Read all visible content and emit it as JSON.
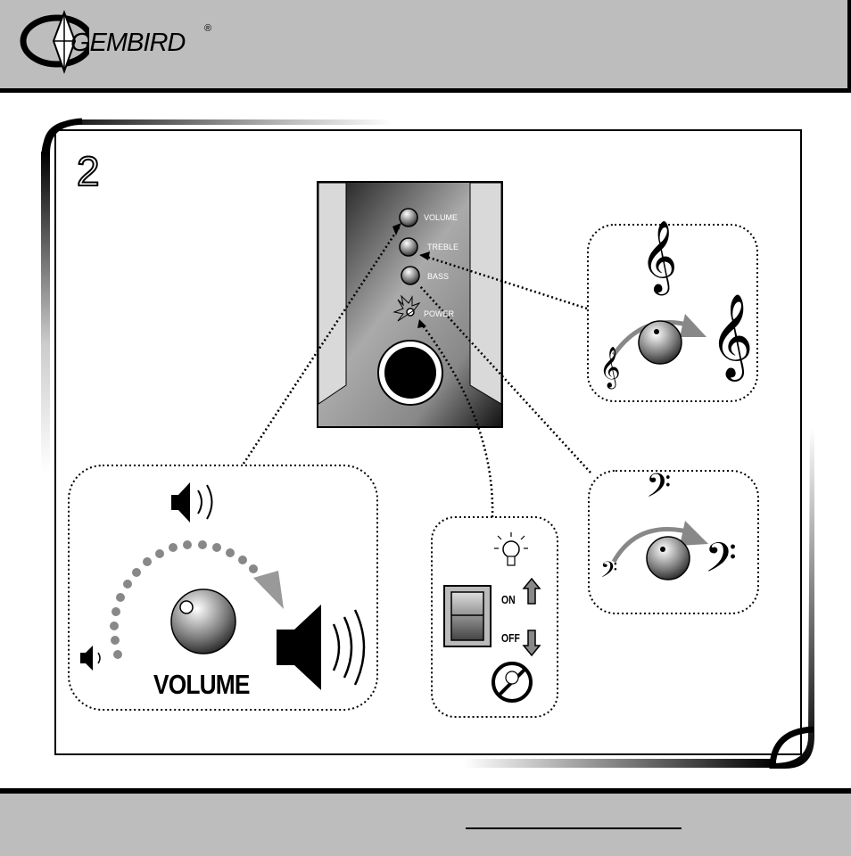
{
  "header": {
    "brand": "GEMBIRD",
    "registered_mark": "®"
  },
  "step_number": "2",
  "speaker_panel": {
    "labels": {
      "volume": "VOLUME",
      "treble": "TREBLE",
      "bass": "BASS",
      "power": "POWER"
    }
  },
  "volume_callout": {
    "label": "VOLUME"
  },
  "power_callout": {
    "on_label": "ON",
    "off_label": "OFF"
  }
}
